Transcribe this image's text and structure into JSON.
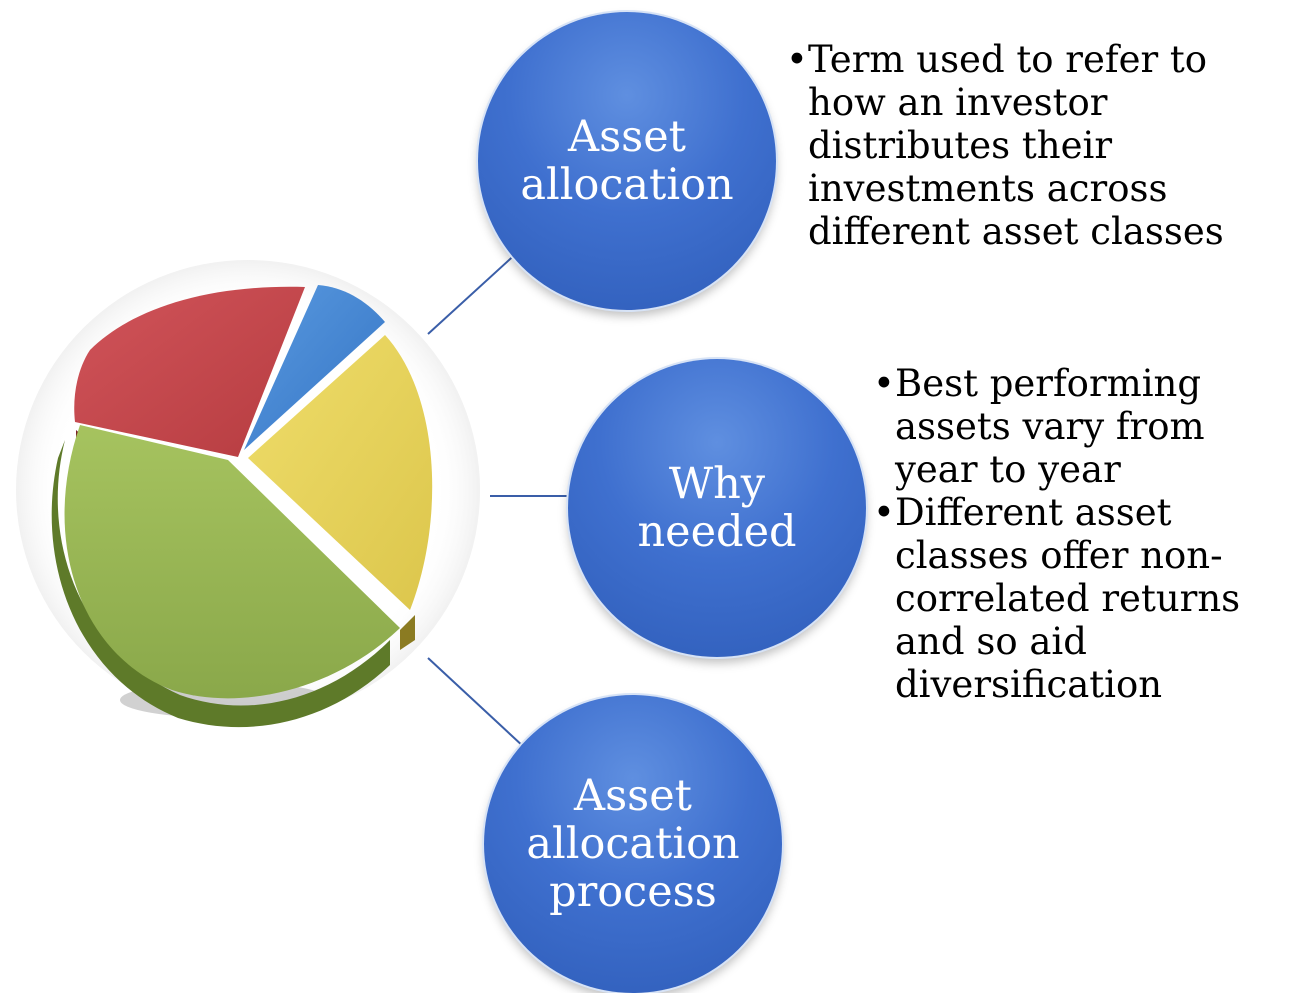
{
  "nodes": [
    {
      "label": "Asset\nallocation"
    },
    {
      "label": "Why\nneeded"
    },
    {
      "label": "Asset\nallocation\nprocess"
    }
  ],
  "bullets": {
    "asset_allocation": [
      "Term used to refer to how an investor distributes their investments across different asset classes"
    ],
    "why_needed": [
      "Best performing assets vary from year to year",
      "Different asset classes offer non-correlated returns and so aid diversification"
    ]
  },
  "bullet_glyph": "•",
  "colors": {
    "node_fill": "#3f70cf",
    "connector": "#3a5ea8",
    "pie_red": "#c9474b",
    "pie_blue": "#4a8ad6",
    "pie_yellow": "#e7d45d",
    "pie_green": "#9bbb57"
  },
  "icons": {
    "pie": "pie-chart-icon"
  }
}
